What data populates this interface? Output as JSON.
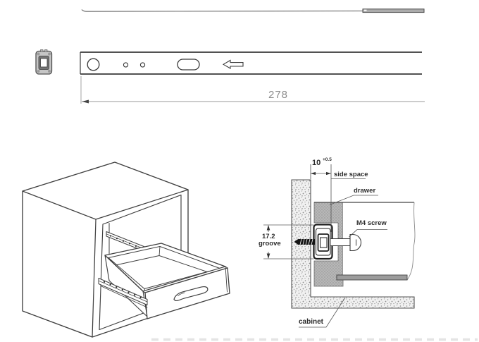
{
  "document": {
    "type": "technical-drawing",
    "subject": "drawer slide rail installation diagram"
  },
  "dimensions": {
    "rail_length": "278",
    "side_space_value": "10",
    "side_space_tolerance": "+0.5",
    "groove_value": "17.2"
  },
  "labels": {
    "side_space": "side space",
    "drawer": "drawer",
    "m4_screw": "M4 screw",
    "groove": "groove",
    "cabinet": "cabinet"
  },
  "colors": {
    "line": "#3f3f3f",
    "dim_line": "#9a9a9a",
    "label_text": "#2b2b2b",
    "panel_gray": "#b5b5b5",
    "texture_speck": "#8c8c8c",
    "background": "#ffffff"
  }
}
